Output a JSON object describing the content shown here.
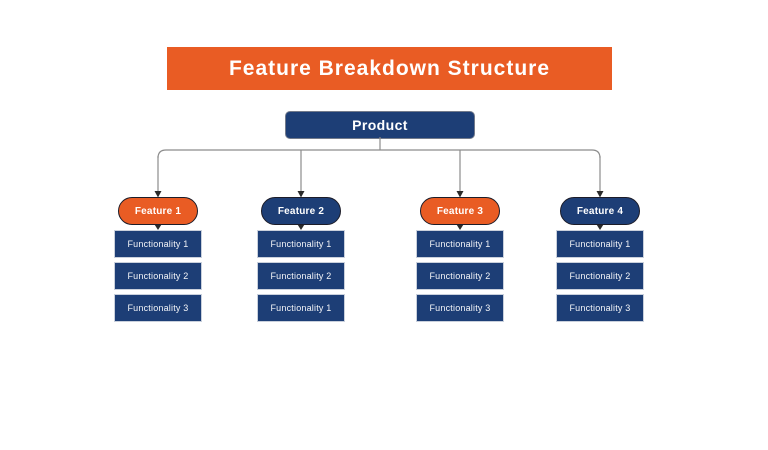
{
  "title": {
    "text": "Feature Breakdown Structure"
  },
  "root": {
    "label": "Product"
  },
  "colors": {
    "background": "#FFFFFF",
    "orange": "#E95C24",
    "navy": "#1D3E76",
    "line": "#8C8C8C",
    "arrow": "#2B2B2B",
    "pill_border": "#1C1C28",
    "box_border": "#C9D0DC"
  },
  "features": [
    {
      "label": "Feature 1",
      "color": "orange",
      "functionalities": [
        "Functionality 1",
        "Functionality 2",
        "Functionality 3"
      ]
    },
    {
      "label": "Feature 2",
      "color": "navy",
      "functionalities": [
        "Functionality 1",
        "Functionality 2",
        "Functionality 1"
      ]
    },
    {
      "label": "Feature 3",
      "color": "orange",
      "functionalities": [
        "Functionality 1",
        "Functionality 2",
        "Functionality 3"
      ]
    },
    {
      "label": "Feature 4",
      "color": "navy",
      "functionalities": [
        "Functionality 1",
        "Functionality 2",
        "Functionality 3"
      ]
    }
  ]
}
